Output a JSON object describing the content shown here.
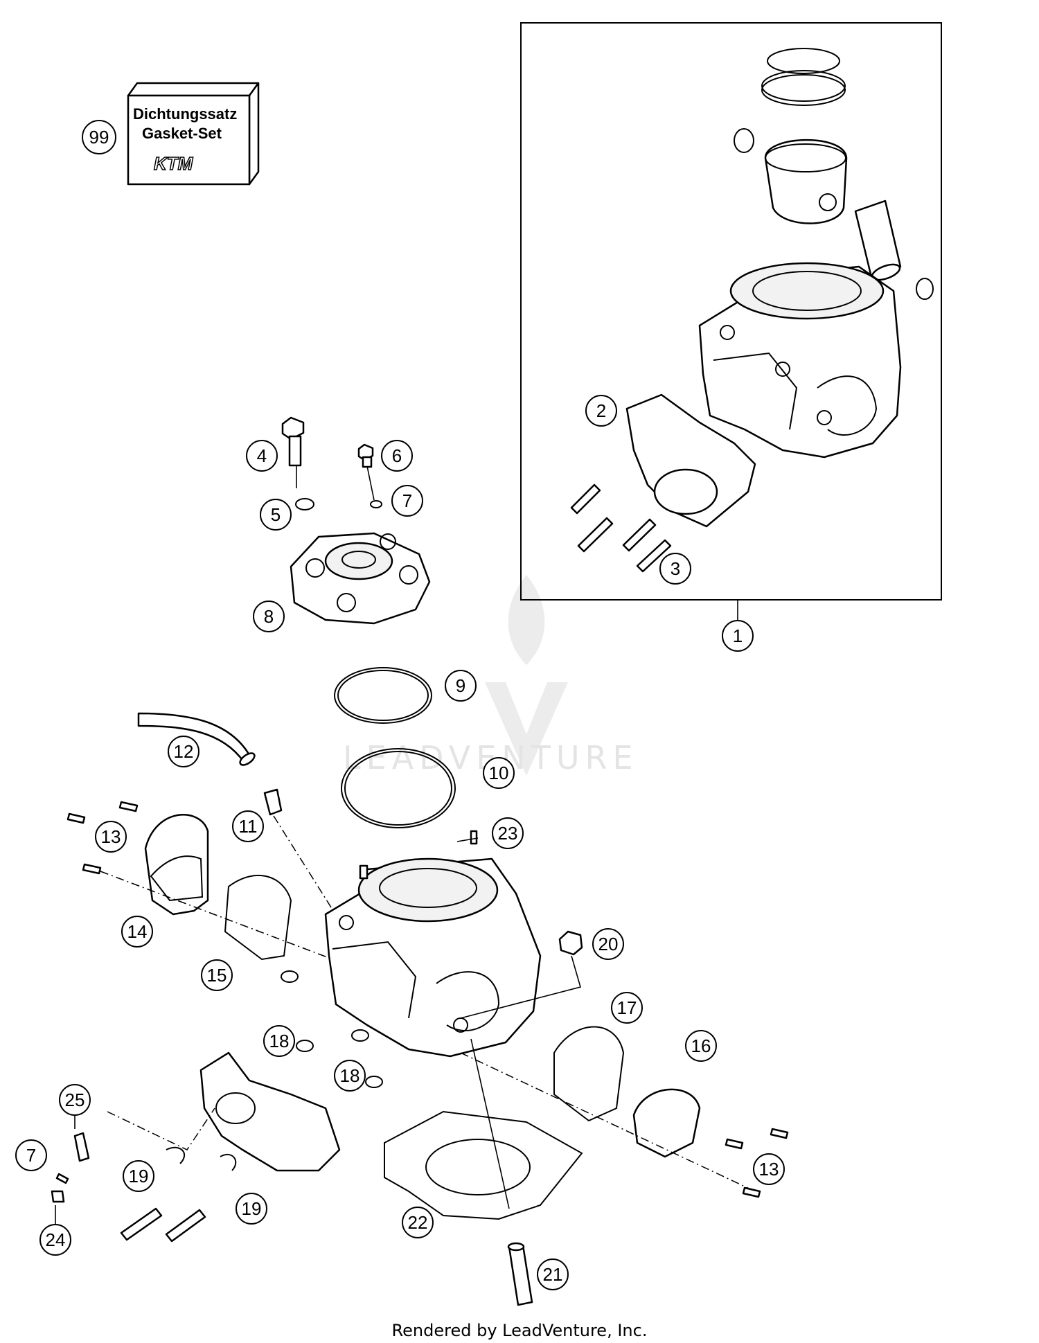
{
  "gasket_set": {
    "line1": "Dichtungssatz",
    "line2": "Gasket-Set",
    "brand": "KTM"
  },
  "watermark": "LEADVENTURE",
  "footer": "Rendered by LeadVenture, Inc.",
  "callouts": [
    {
      "id": "c99",
      "label": "99"
    },
    {
      "id": "c1",
      "label": "1"
    },
    {
      "id": "c2",
      "label": "2"
    },
    {
      "id": "c3",
      "label": "3"
    },
    {
      "id": "c4",
      "label": "4"
    },
    {
      "id": "c5",
      "label": "5"
    },
    {
      "id": "c6",
      "label": "6"
    },
    {
      "id": "c7a",
      "label": "7"
    },
    {
      "id": "c8",
      "label": "8"
    },
    {
      "id": "c9",
      "label": "9"
    },
    {
      "id": "c10",
      "label": "10"
    },
    {
      "id": "c11",
      "label": "11"
    },
    {
      "id": "c12",
      "label": "12"
    },
    {
      "id": "c13a",
      "label": "13"
    },
    {
      "id": "c14",
      "label": "14"
    },
    {
      "id": "c15",
      "label": "15"
    },
    {
      "id": "c16",
      "label": "16"
    },
    {
      "id": "c17",
      "label": "17"
    },
    {
      "id": "c18a",
      "label": "18"
    },
    {
      "id": "c18b",
      "label": "18"
    },
    {
      "id": "c20",
      "label": "20"
    },
    {
      "id": "c23",
      "label": "23"
    },
    {
      "id": "c25",
      "label": "25"
    },
    {
      "id": "c7b",
      "label": "7"
    },
    {
      "id": "c19a",
      "label": "19"
    },
    {
      "id": "c19b",
      "label": "19"
    },
    {
      "id": "c22",
      "label": "22"
    },
    {
      "id": "c13b",
      "label": "13"
    },
    {
      "id": "c24",
      "label": "24"
    },
    {
      "id": "c21",
      "label": "21"
    }
  ]
}
